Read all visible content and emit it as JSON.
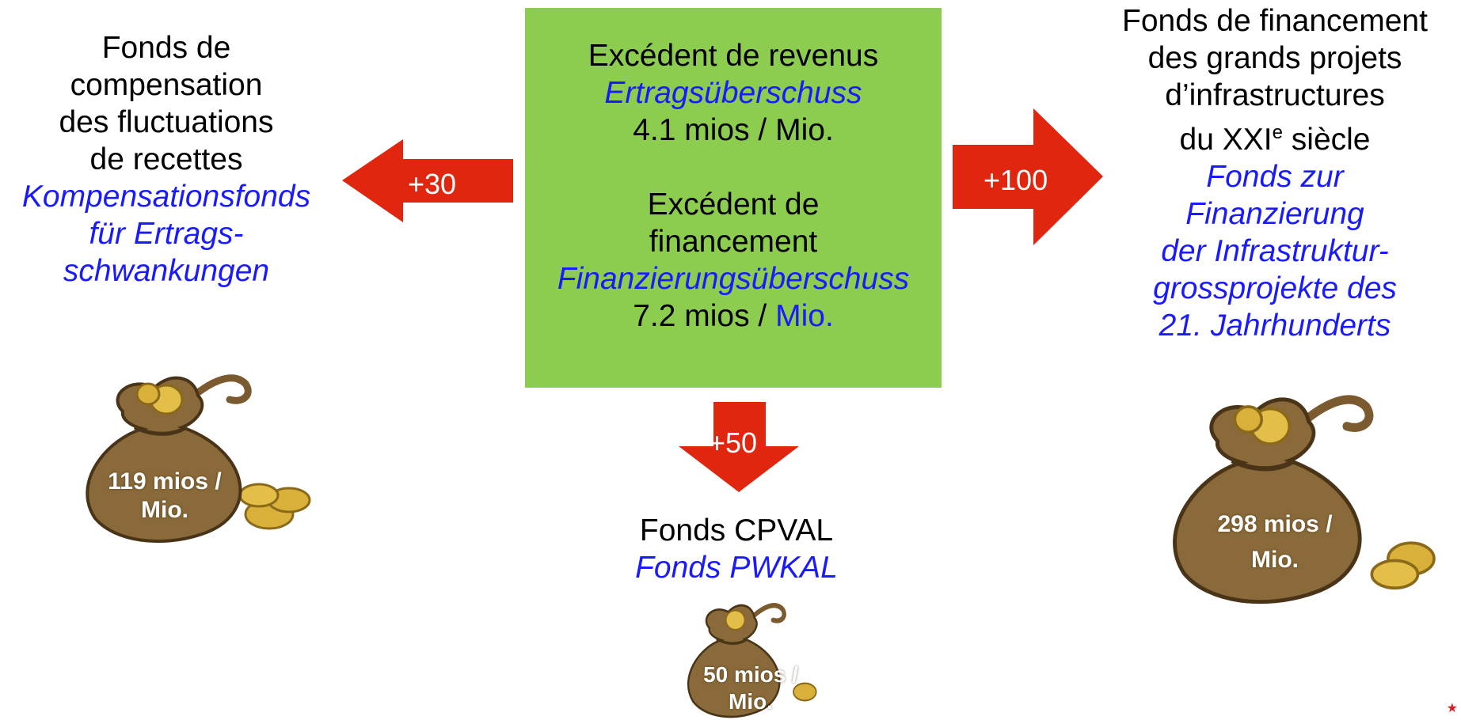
{
  "center": {
    "line1": "Excédent de  revenus",
    "line2": "Ertragsüberschuss",
    "line3": "4.1 mios / Mio.",
    "line4": "Excédent de",
    "line5": "financement",
    "line6": "Finanzierungsüberschuss",
    "line7_black": "7.2 mios / ",
    "line7_blue": "Mio."
  },
  "left_fund": {
    "fr_lines": [
      "Fonds de",
      "compensation",
      "des fluctuations",
      "de recettes"
    ],
    "de_lines": [
      "Kompensationsfonds",
      "für Ertrags-",
      "schwankungen"
    ],
    "amount": "119 mios / Mio."
  },
  "right_fund": {
    "fr_lines": [
      "Fonds de financement",
      "des grands projets",
      "d’infrastructures"
    ],
    "fr_century_prefix": "du XXI",
    "fr_century_sup": "e",
    "fr_century_suffix": " siècle",
    "de_lines": [
      "Fonds zur",
      "Finanzierung",
      "der Infrastruktur-",
      "grossprojekte des",
      "21. Jahrhunderts"
    ],
    "amount": "298 mios / Mio."
  },
  "bottom_fund": {
    "fr": "Fonds CPVAL",
    "de": "Fonds PWKAL",
    "amount": "50 mios / Mio."
  },
  "arrows": {
    "left": "+30",
    "right": "+100",
    "down": "+50"
  },
  "colors": {
    "green_box": "#8ccd4f",
    "arrow_red": "#e0260f",
    "german_text": "#1a1aff",
    "bag": "#8a6a3a",
    "coin": "#d9b13a"
  },
  "icons": {
    "money_bag": "money-bag-icon",
    "corner": "star-icon"
  }
}
